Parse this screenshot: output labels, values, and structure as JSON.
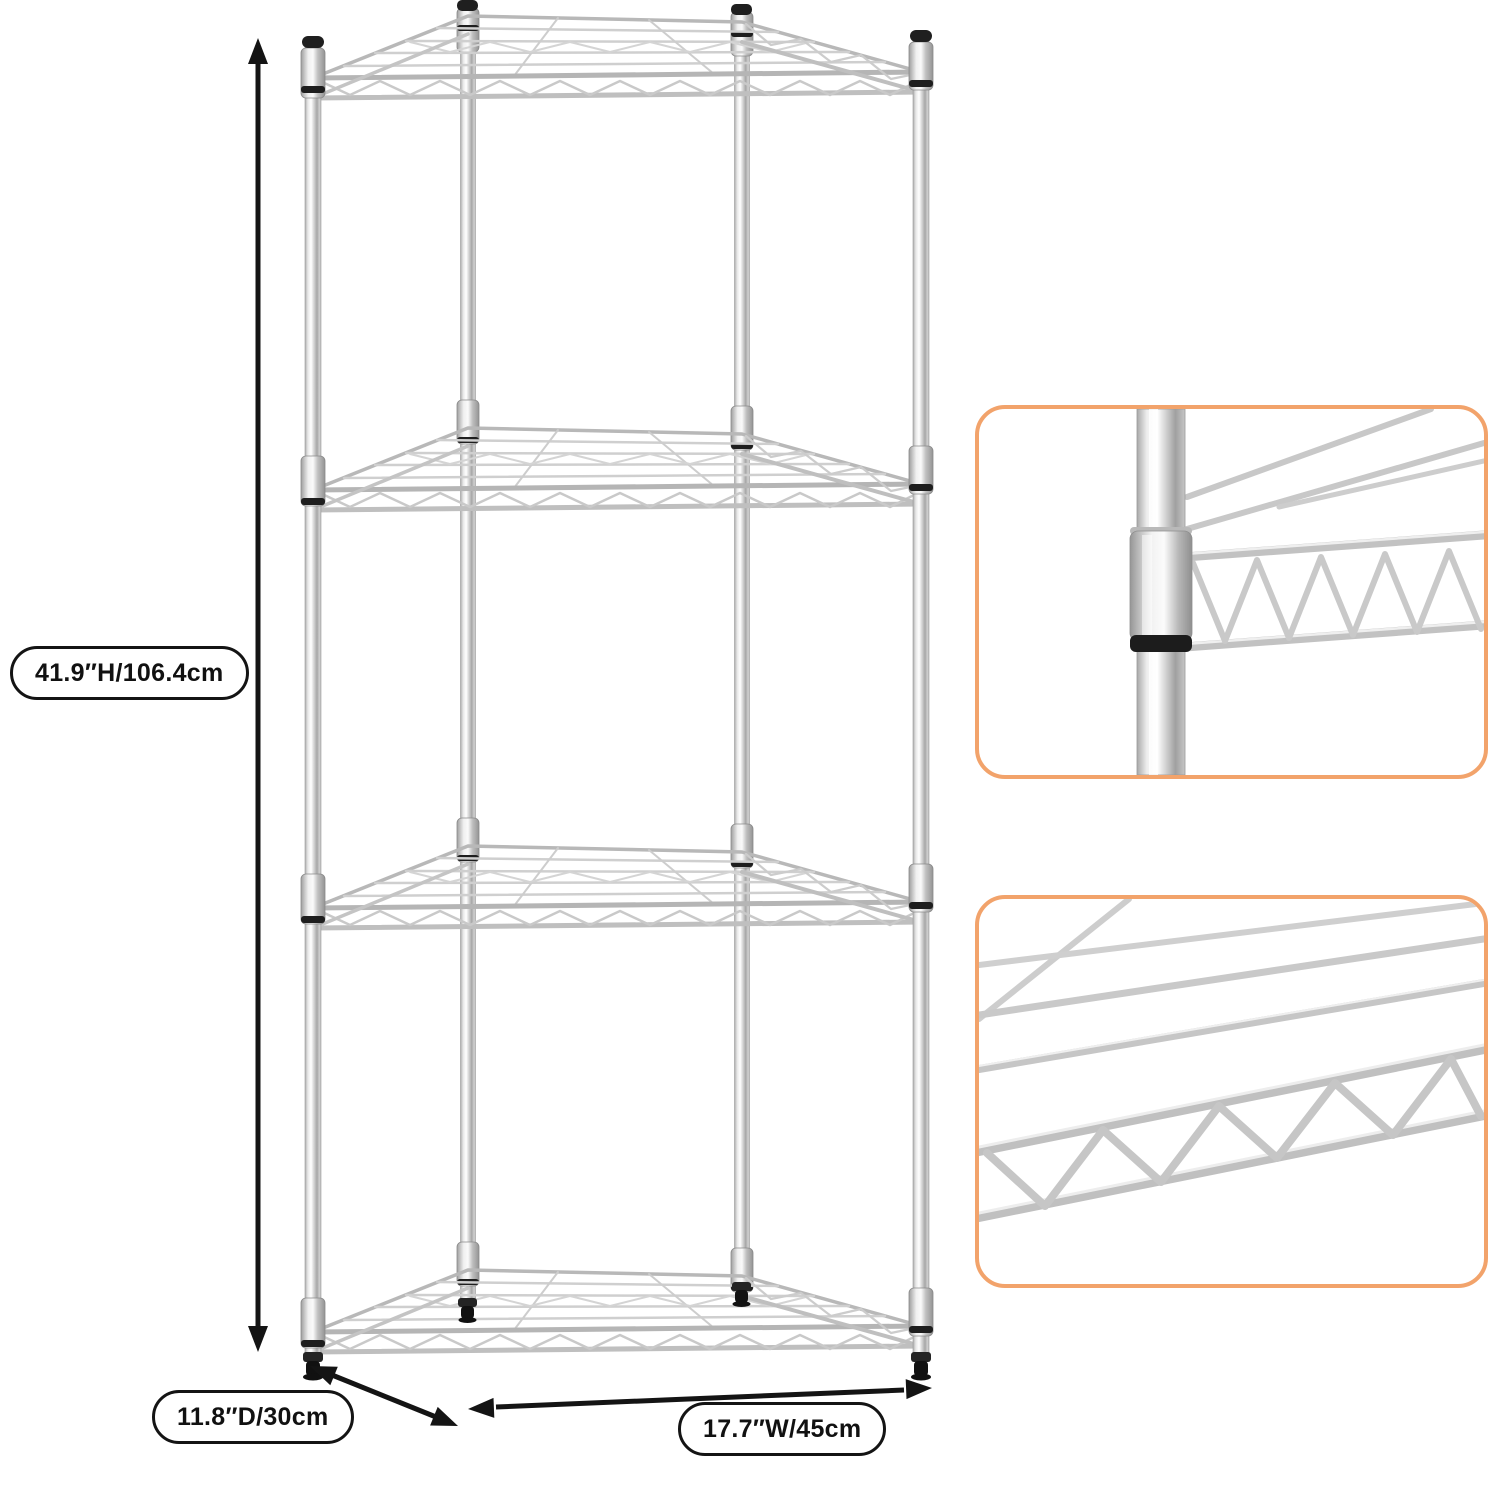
{
  "image": {
    "description": "4-tier chrome wire shelving unit dimension diagram",
    "background": "#ffffff"
  },
  "dimensions": {
    "height": {
      "label": "41.9″H/106.4cm"
    },
    "depth": {
      "label": "11.8″D/30cm"
    },
    "width": {
      "label": "17.7″W/45cm"
    }
  },
  "callouts": {
    "pole_connection": {
      "name": "pole-clamp-closeup",
      "border_color": "#F2A36B"
    },
    "wire_mesh": {
      "name": "wire-shelf-mesh-closeup",
      "border_color": "#F2A36B"
    }
  },
  "colors": {
    "accent": "#F2A36B",
    "arrow": "#141414",
    "chrome": "#c9c9c9",
    "text": "#111111"
  }
}
